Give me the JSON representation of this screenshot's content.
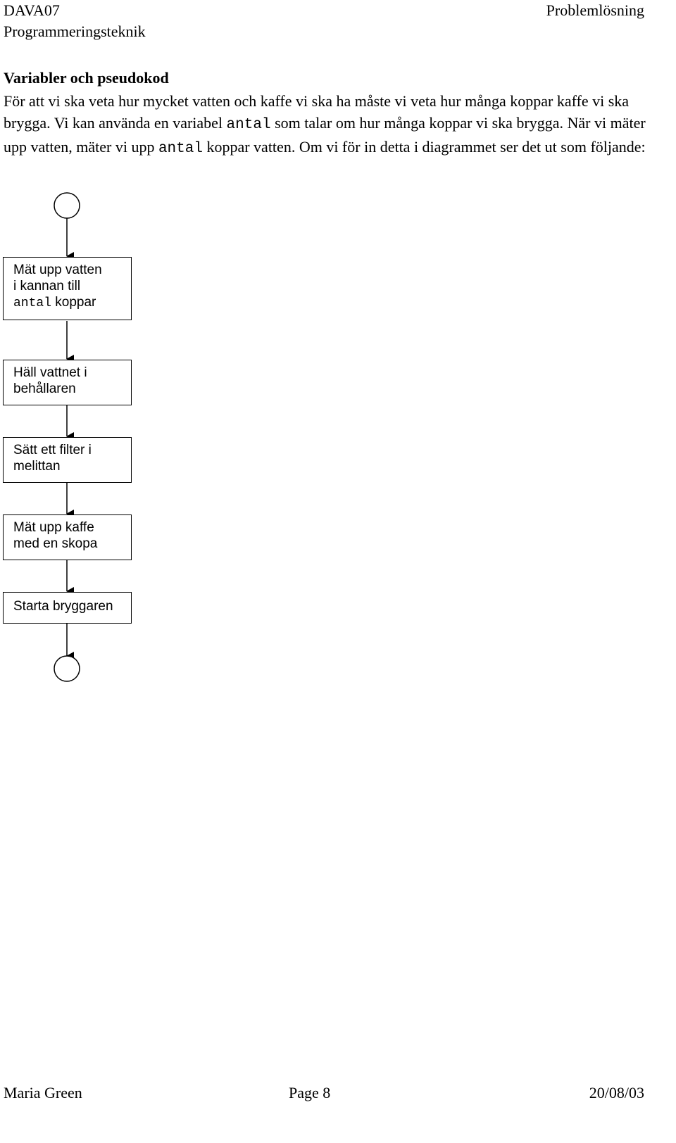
{
  "header": {
    "course_code": "DAVA07",
    "course_name": "Programmeringsteknik",
    "chapter": "Problemlösning"
  },
  "section": {
    "title": "Variabler och pseudokod",
    "paragraph": {
      "part1": "För att vi ska veta hur mycket vatten och kaffe vi ska ha måste vi veta hur många koppar kaffe vi ska brygga. Vi kan använda en variabel ",
      "code1": "antal",
      "part2": " som talar om hur många koppar vi ska brygga. När vi mäter upp vatten, mäter vi upp ",
      "code2": "antal",
      "part3": " koppar vatten. Om vi för in detta i diagrammet ser det ut som följande:"
    }
  },
  "flowchart": {
    "step1": {
      "line1": "Mät upp vatten",
      "line2": "i kannan till",
      "code": "antal",
      "rest": " koppar"
    },
    "step2": {
      "line1": "Häll vattnet i",
      "line2": "behållaren"
    },
    "step3": {
      "line1": "Sätt ett filter i",
      "line2": "melittan"
    },
    "step4": {
      "line1": "Mät upp kaffe",
      "line2": "med en skopa"
    },
    "step5": {
      "line1": "Starta bryggaren"
    }
  },
  "footer": {
    "author": "Maria Green",
    "page": "Page 8",
    "date": "20/08/03"
  }
}
